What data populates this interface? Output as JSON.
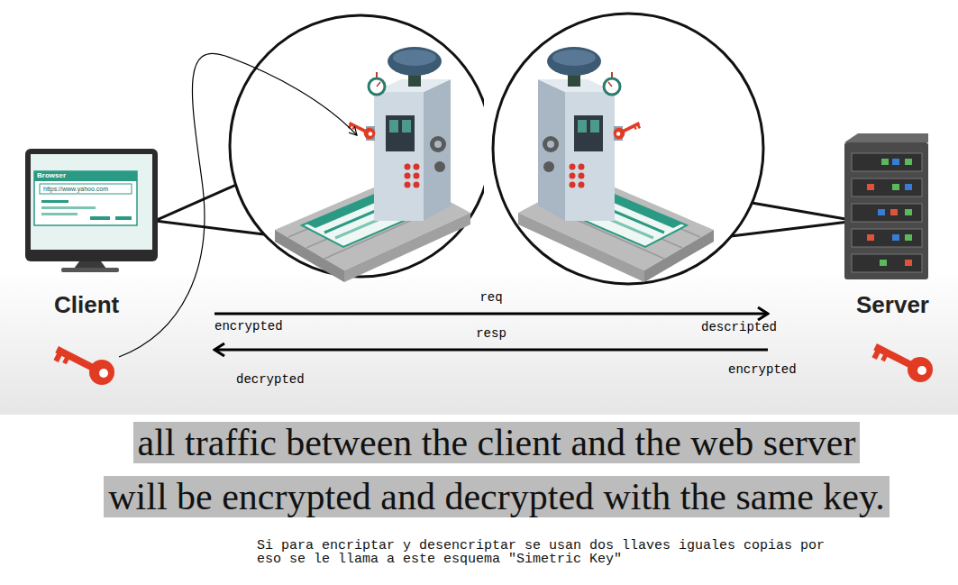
{
  "diagram": {
    "caption": "all traffic between the client and the web server will be encrypted and decrypted with the same key.",
    "nodes": [
      {
        "text": [
          "Client"
        ]
      },
      {
        "text": [
          "Browser",
          "https://www.yahoo.com"
        ],
        "in": 0
      },
      {
        "text": [
          "Server"
        ]
      }
    ],
    "edges": [
      {
        "from": 0,
        "to": 2,
        "label": "req",
        "arrow": "to"
      },
      {
        "from": 2,
        "to": 0,
        "label": "resp",
        "arrow": "to"
      }
    ],
    "labels": [
      "encrypted",
      "descripted",
      "encrypted",
      "decrypted",
      "Si para encriptar y desencriptar se usan dos llaves iguales copias por eso se le llama a este esquema \"Simetric Key\""
    ]
  }
}
